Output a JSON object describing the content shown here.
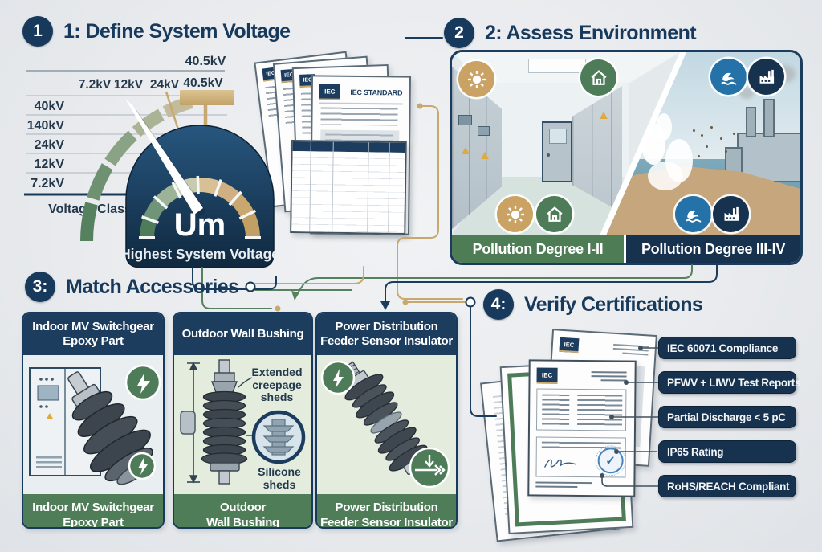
{
  "steps": {
    "s1": {
      "badge": "1",
      "title": "1: Define System Voltage"
    },
    "s2": {
      "badge": "2",
      "title": "2: Assess Environment"
    },
    "s3": {
      "badge": "3:",
      "title": "Match Accessories"
    },
    "s4": {
      "badge": "4:",
      "title": "Verify Certifications"
    }
  },
  "voltage_chart": {
    "type": "gauge",
    "top_value": "40.5kV",
    "scale_labels": [
      "7.2kV",
      "12kV",
      "24kV",
      "40.5kV"
    ],
    "class_axis_labels": [
      "40kV",
      "140kV",
      "24kV",
      "12kV",
      "7.2kV"
    ],
    "axis_caption": "Voltage Class",
    "gauge_symbol": "Um",
    "gauge_caption": "Highest System Voltage"
  },
  "standards_doc": {
    "logo": "IEC",
    "title": "IEC STANDARD"
  },
  "environment": {
    "zones": [
      {
        "caption": "Pollution Degree I-II",
        "icons": [
          "sun",
          "home"
        ]
      },
      {
        "caption": "Pollution Degree III-IV",
        "icons": [
          "wave",
          "factory"
        ]
      }
    ]
  },
  "accessories": {
    "cards": [
      {
        "title": "Indoor MV Switchgear\nEpoxy Part",
        "footer": "Indoor MV Switchgear\nEpoxy Part"
      },
      {
        "title": "Outdoor Wall Bushing",
        "footer": "Outdoor\nWall Bushing",
        "annotations": {
          "creepage": "Extended\ncreepage\nsheds",
          "silicone": "Silicone\nsheds"
        }
      },
      {
        "title": "Power Distribution\nFeeder Sensor Insulator",
        "footer": "Power Distribution\nFeeder Sensor Insulator"
      }
    ]
  },
  "certifications": {
    "doc_logo": "IEC",
    "seal_glyph": "✓",
    "labels": [
      "IEC 60071 Compliance",
      "PFWV + LIWV Test Reports",
      "Partial Discharge < 5 pC",
      "IP65 Rating",
      "RoHS/REACH Compliant"
    ]
  },
  "colors": {
    "navy": "#1c3c5e",
    "green": "#4e7c58",
    "tan": "#c9a86f",
    "blue": "#2472a8",
    "bg": "#e9ebee"
  }
}
